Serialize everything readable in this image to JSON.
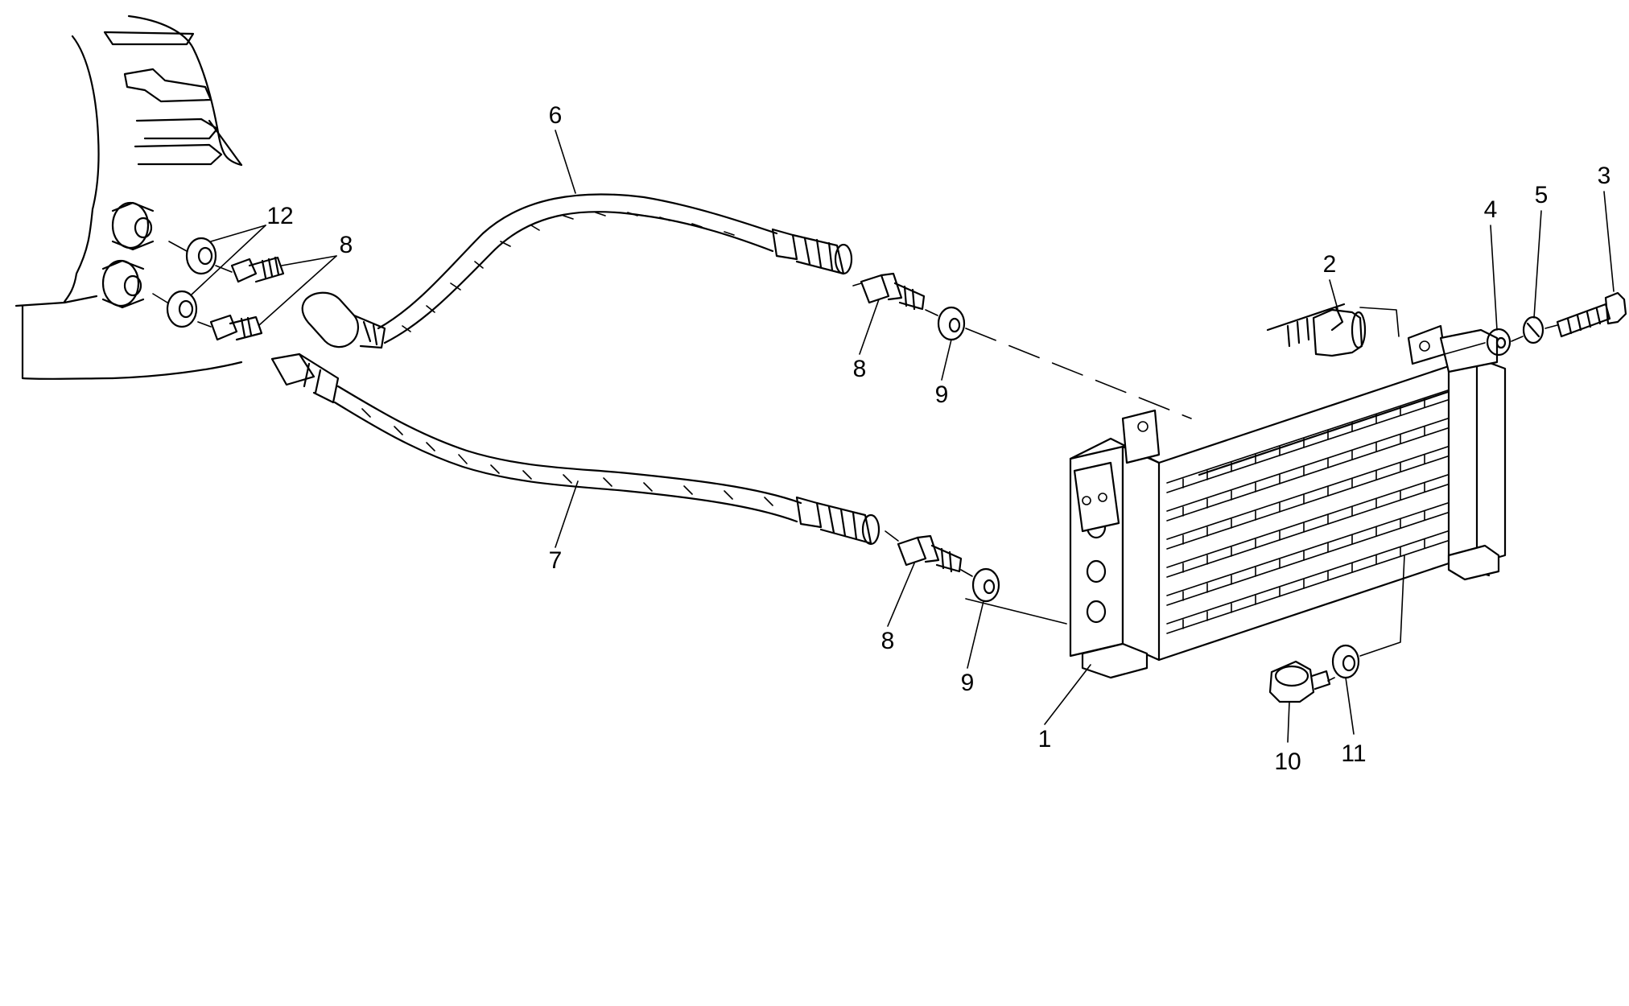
{
  "colors": {
    "ink": "#000000",
    "paper": "#ffffff"
  },
  "callouts": [
    {
      "id": "1",
      "text": "1"
    },
    {
      "id": "2",
      "text": "2"
    },
    {
      "id": "3",
      "text": "3"
    },
    {
      "id": "4",
      "text": "4"
    },
    {
      "id": "5",
      "text": "5"
    },
    {
      "id": "6",
      "text": "6"
    },
    {
      "id": "7",
      "text": "7"
    },
    {
      "id": "8a",
      "text": "8"
    },
    {
      "id": "8b",
      "text": "8"
    },
    {
      "id": "8c",
      "text": "8"
    },
    {
      "id": "9a",
      "text": "9"
    },
    {
      "id": "9b",
      "text": "9"
    },
    {
      "id": "10",
      "text": "10"
    },
    {
      "id": "11",
      "text": "11"
    },
    {
      "id": "12",
      "text": "12"
    }
  ]
}
